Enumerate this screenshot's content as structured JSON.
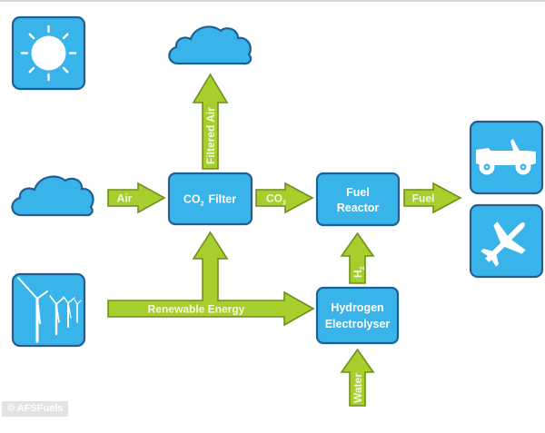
{
  "colors": {
    "box_fill": "#38b4ea",
    "box_border": "#1f5f95",
    "arrow_fill": "#a6cf2e",
    "arrow_border": "#6f8e1f",
    "icon_fill": "#ffffff"
  },
  "nodes": {
    "sun": {
      "icon": "sun-icon"
    },
    "cloud_top": {
      "icon": "cloud-icon"
    },
    "cloud_left": {
      "icon": "cloud-icon"
    },
    "wind": {
      "icon": "wind-turbines-icon"
    },
    "co2_filter": {
      "label": "CO₂ Filter",
      "label_main": "CO",
      "label_sub": "2",
      "label_rest": "Filter"
    },
    "fuel_reactor": {
      "line1": "Fuel",
      "line2": "Reactor"
    },
    "hydrogen_electrolyser": {
      "line1": "Hydrogen",
      "line2": "Electrolyser"
    },
    "jeep": {
      "icon": "jeep-icon"
    },
    "plane": {
      "icon": "airplane-icon"
    }
  },
  "arrows": {
    "air": {
      "label": "Air"
    },
    "filtered_air": {
      "label": "Filtered Air"
    },
    "co2": {
      "label_main": "CO",
      "label_sub": "2"
    },
    "fuel": {
      "label": "Fuel"
    },
    "renewable_energy": {
      "label": "Renewable Energy"
    },
    "h2": {
      "label_main": "H",
      "label_sub": "2"
    },
    "water": {
      "label": "Water"
    }
  },
  "credit": "© AFSFuels"
}
